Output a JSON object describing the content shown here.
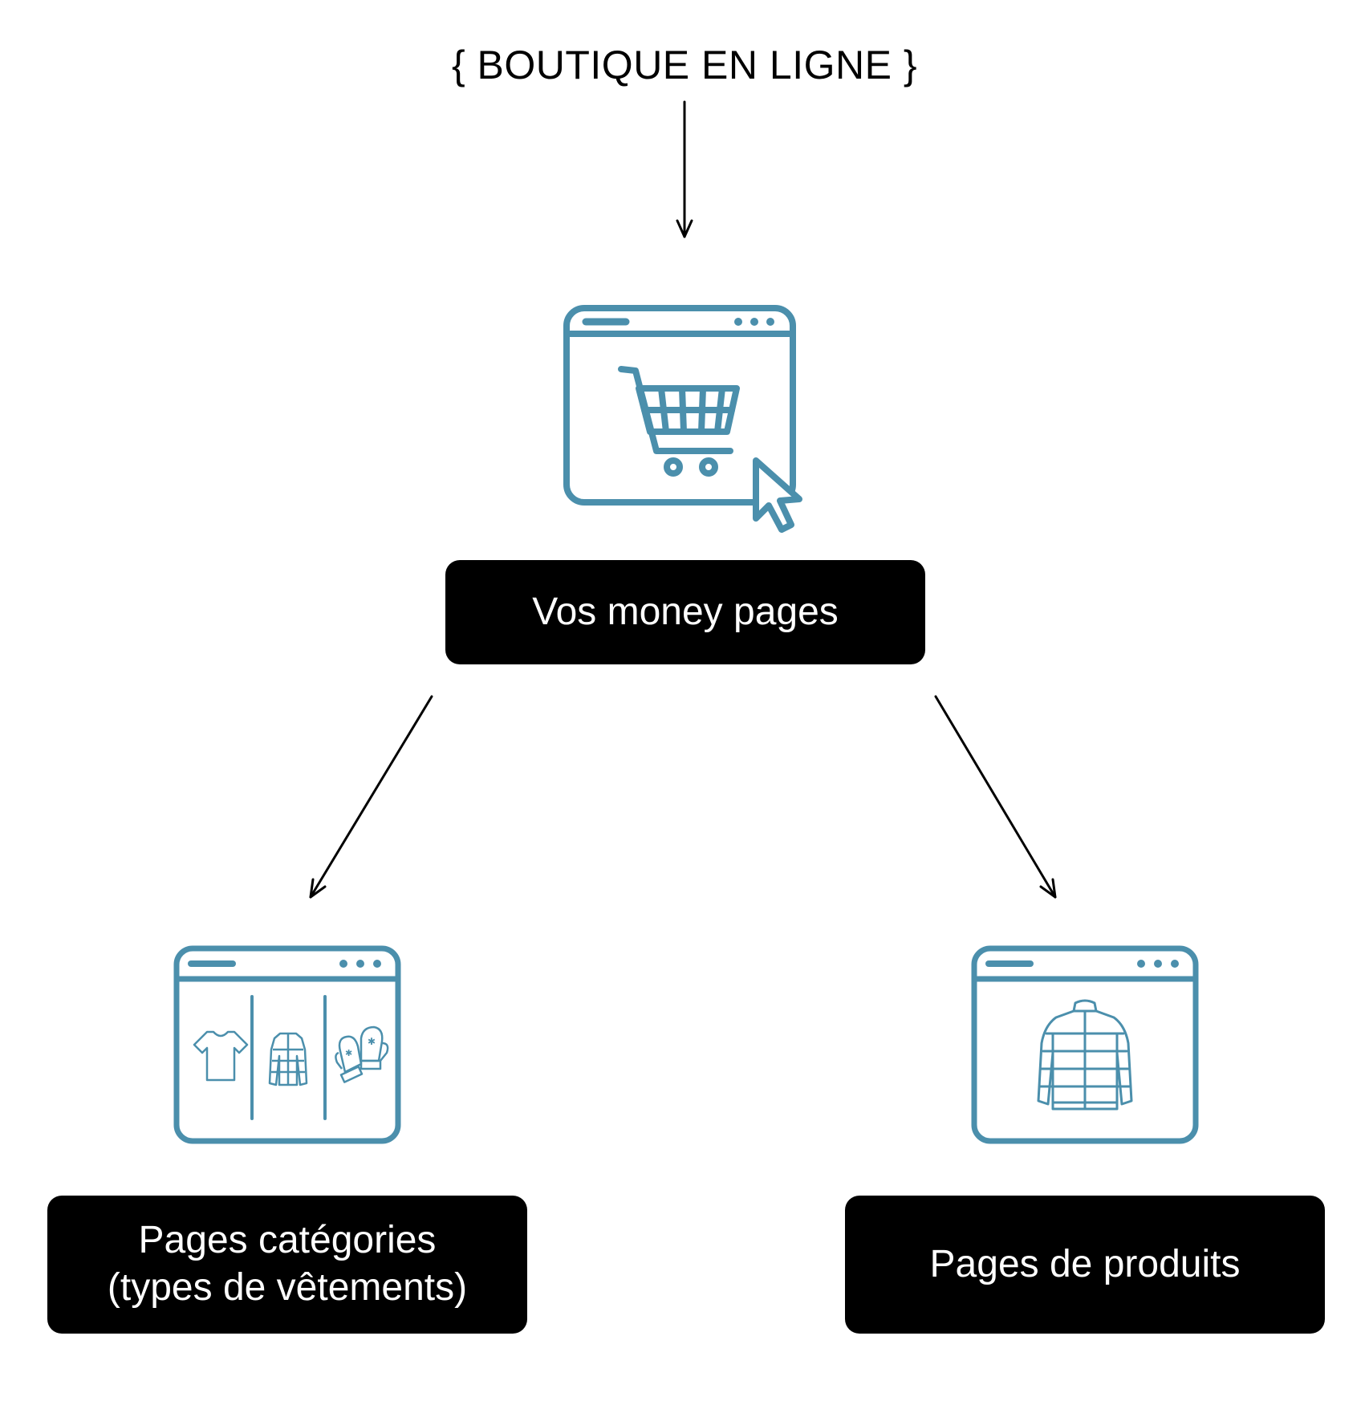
{
  "diagram": {
    "title": "{ BOUTIQUE EN LIGNE }",
    "nodes": {
      "money_pages": {
        "label": "Vos money pages",
        "icon": "shopping-cart-browser-icon"
      },
      "category_pages": {
        "label_line1": "Pages catégories",
        "label_line2": "(types de vêtements)",
        "icon": "clothing-categories-browser-icon"
      },
      "product_pages": {
        "label": "Pages de produits",
        "icon": "jacket-product-browser-icon"
      }
    },
    "edges": [
      {
        "from": "title",
        "to": "money_pages"
      },
      {
        "from": "money_pages",
        "to": "category_pages"
      },
      {
        "from": "money_pages",
        "to": "product_pages"
      }
    ]
  },
  "colors": {
    "icon_stroke": "#4b8fac",
    "box_background": "#000000",
    "box_text": "#ffffff",
    "arrow": "#000000"
  }
}
